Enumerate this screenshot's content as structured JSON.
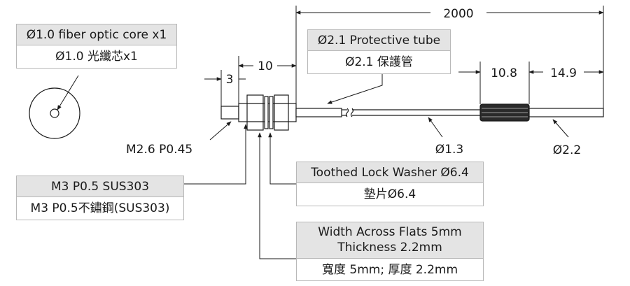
{
  "callouts": {
    "fiber_core": {
      "en": "Ø1.0 fiber optic core x1",
      "zh": "Ø1.0 光纖芯x1"
    },
    "protective_tube": {
      "en": "Ø2.1 Protective tube",
      "zh": "Ø2.1 保護管"
    },
    "washer": {
      "en": "Toothed Lock Washer Ø6.4",
      "zh": "墊片Ø6.4"
    },
    "nut": {
      "en_line1": "Width Across Flats 5mm",
      "en_line2": "Thickness 2.2mm",
      "zh": "寬度 5mm; 厚度 2.2mm"
    },
    "screw": {
      "en": "M3 P0.5 SUS303",
      "zh": "M3 P0.5不鏽鋼(SUS303)"
    }
  },
  "dimensions": {
    "total_length": "2000",
    "nut_length": "10",
    "tip_length": "3",
    "sleeve_length": "10.8",
    "tip_end_length": "14.9",
    "tip_thread": "M2.6 P0.45",
    "fiber_diameter": "Ø1.3",
    "end_diameter": "Ø2.2"
  },
  "colors": {
    "line": "#1a1a1a",
    "header_fill": "#e4e4e4",
    "box_border": "#b8b8b8"
  }
}
